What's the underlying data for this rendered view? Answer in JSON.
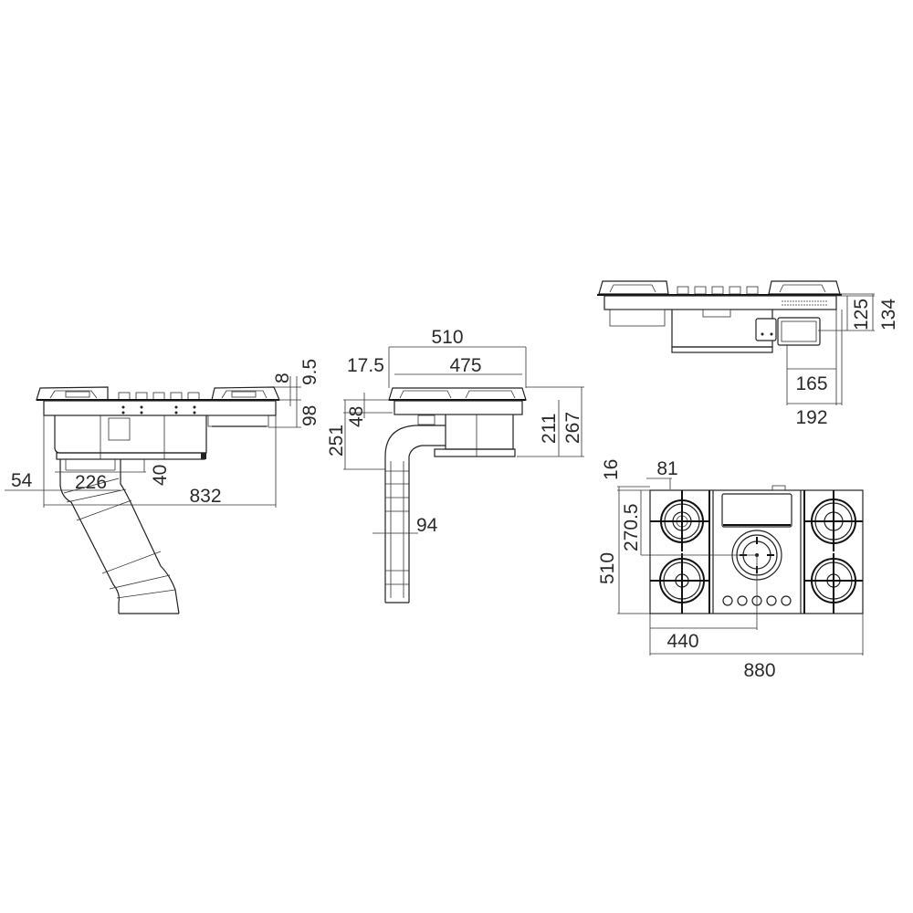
{
  "diagram": {
    "type": "technical-drawing",
    "subject": "gas hob with integrated downdraft extractor",
    "units": "mm",
    "views": {
      "front_view_angled_duct": {
        "dimensions": {
          "overall_width": "832",
          "top_glass": "8",
          "top_total": "9.5",
          "depth_right": "98",
          "duct_offset_left": "54",
          "duct_spacing": "226",
          "duct_drop": "40"
        }
      },
      "side_view_vertical_duct": {
        "dimensions": {
          "overall_depth": "510",
          "inner_depth": "475",
          "edge_offset": "17.5",
          "frame_height": "48",
          "duct_outlet_height": "251",
          "body_height": "211",
          "total_height": "267",
          "duct_width": "94"
        }
      },
      "rear_view": {
        "dimensions": {
          "module_height": "125",
          "total_height": "134",
          "module_depth": "165",
          "module_offset": "192"
        }
      },
      "top_view": {
        "burners": 5,
        "control_knobs": 5,
        "dimensions": {
          "edge": "16",
          "burner_offset": "81",
          "center_depth": "270.5",
          "overall_depth": "510",
          "center_offset": "440",
          "overall_width": "880"
        }
      }
    }
  }
}
